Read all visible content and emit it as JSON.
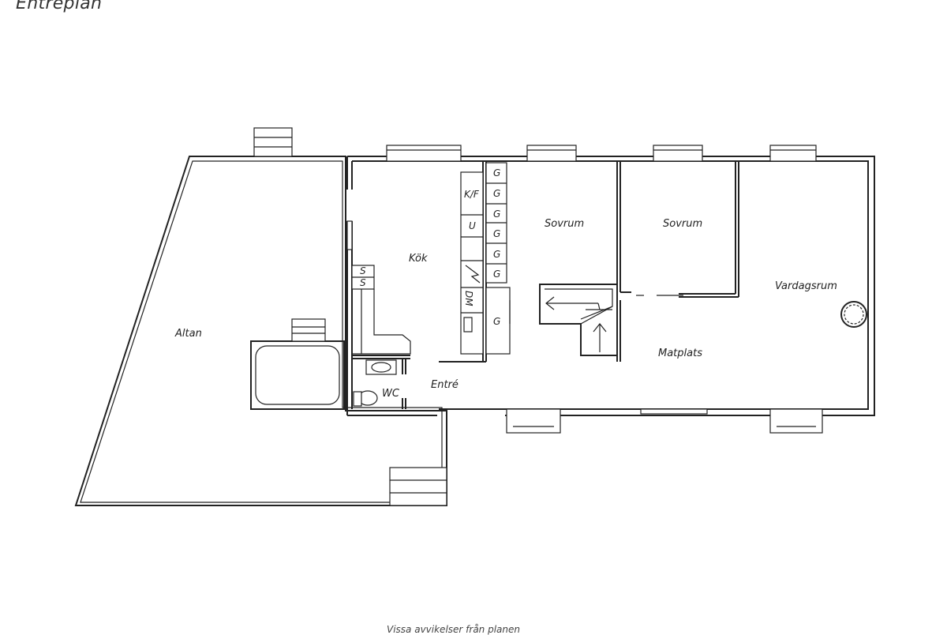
{
  "title": "Entréplan",
  "rooms": {
    "altan": "Altan",
    "kok": "Kök",
    "sovrum1": "Sovrum",
    "sovrum2": "Sovrum",
    "vardagsrum": "Vardagsrum",
    "matplats": "Matplats",
    "entre": "Entré",
    "wc": "WC"
  },
  "fixtures": {
    "kf": "K/F",
    "u": "U",
    "s1": "S",
    "s2": "S",
    "dm": "DM",
    "g1": "G",
    "g2": "G",
    "g3": "G",
    "g4": "G",
    "g5": "G",
    "g6": "G",
    "g7": "G"
  },
  "bottom_note": "Vissa avvikelser från planen"
}
